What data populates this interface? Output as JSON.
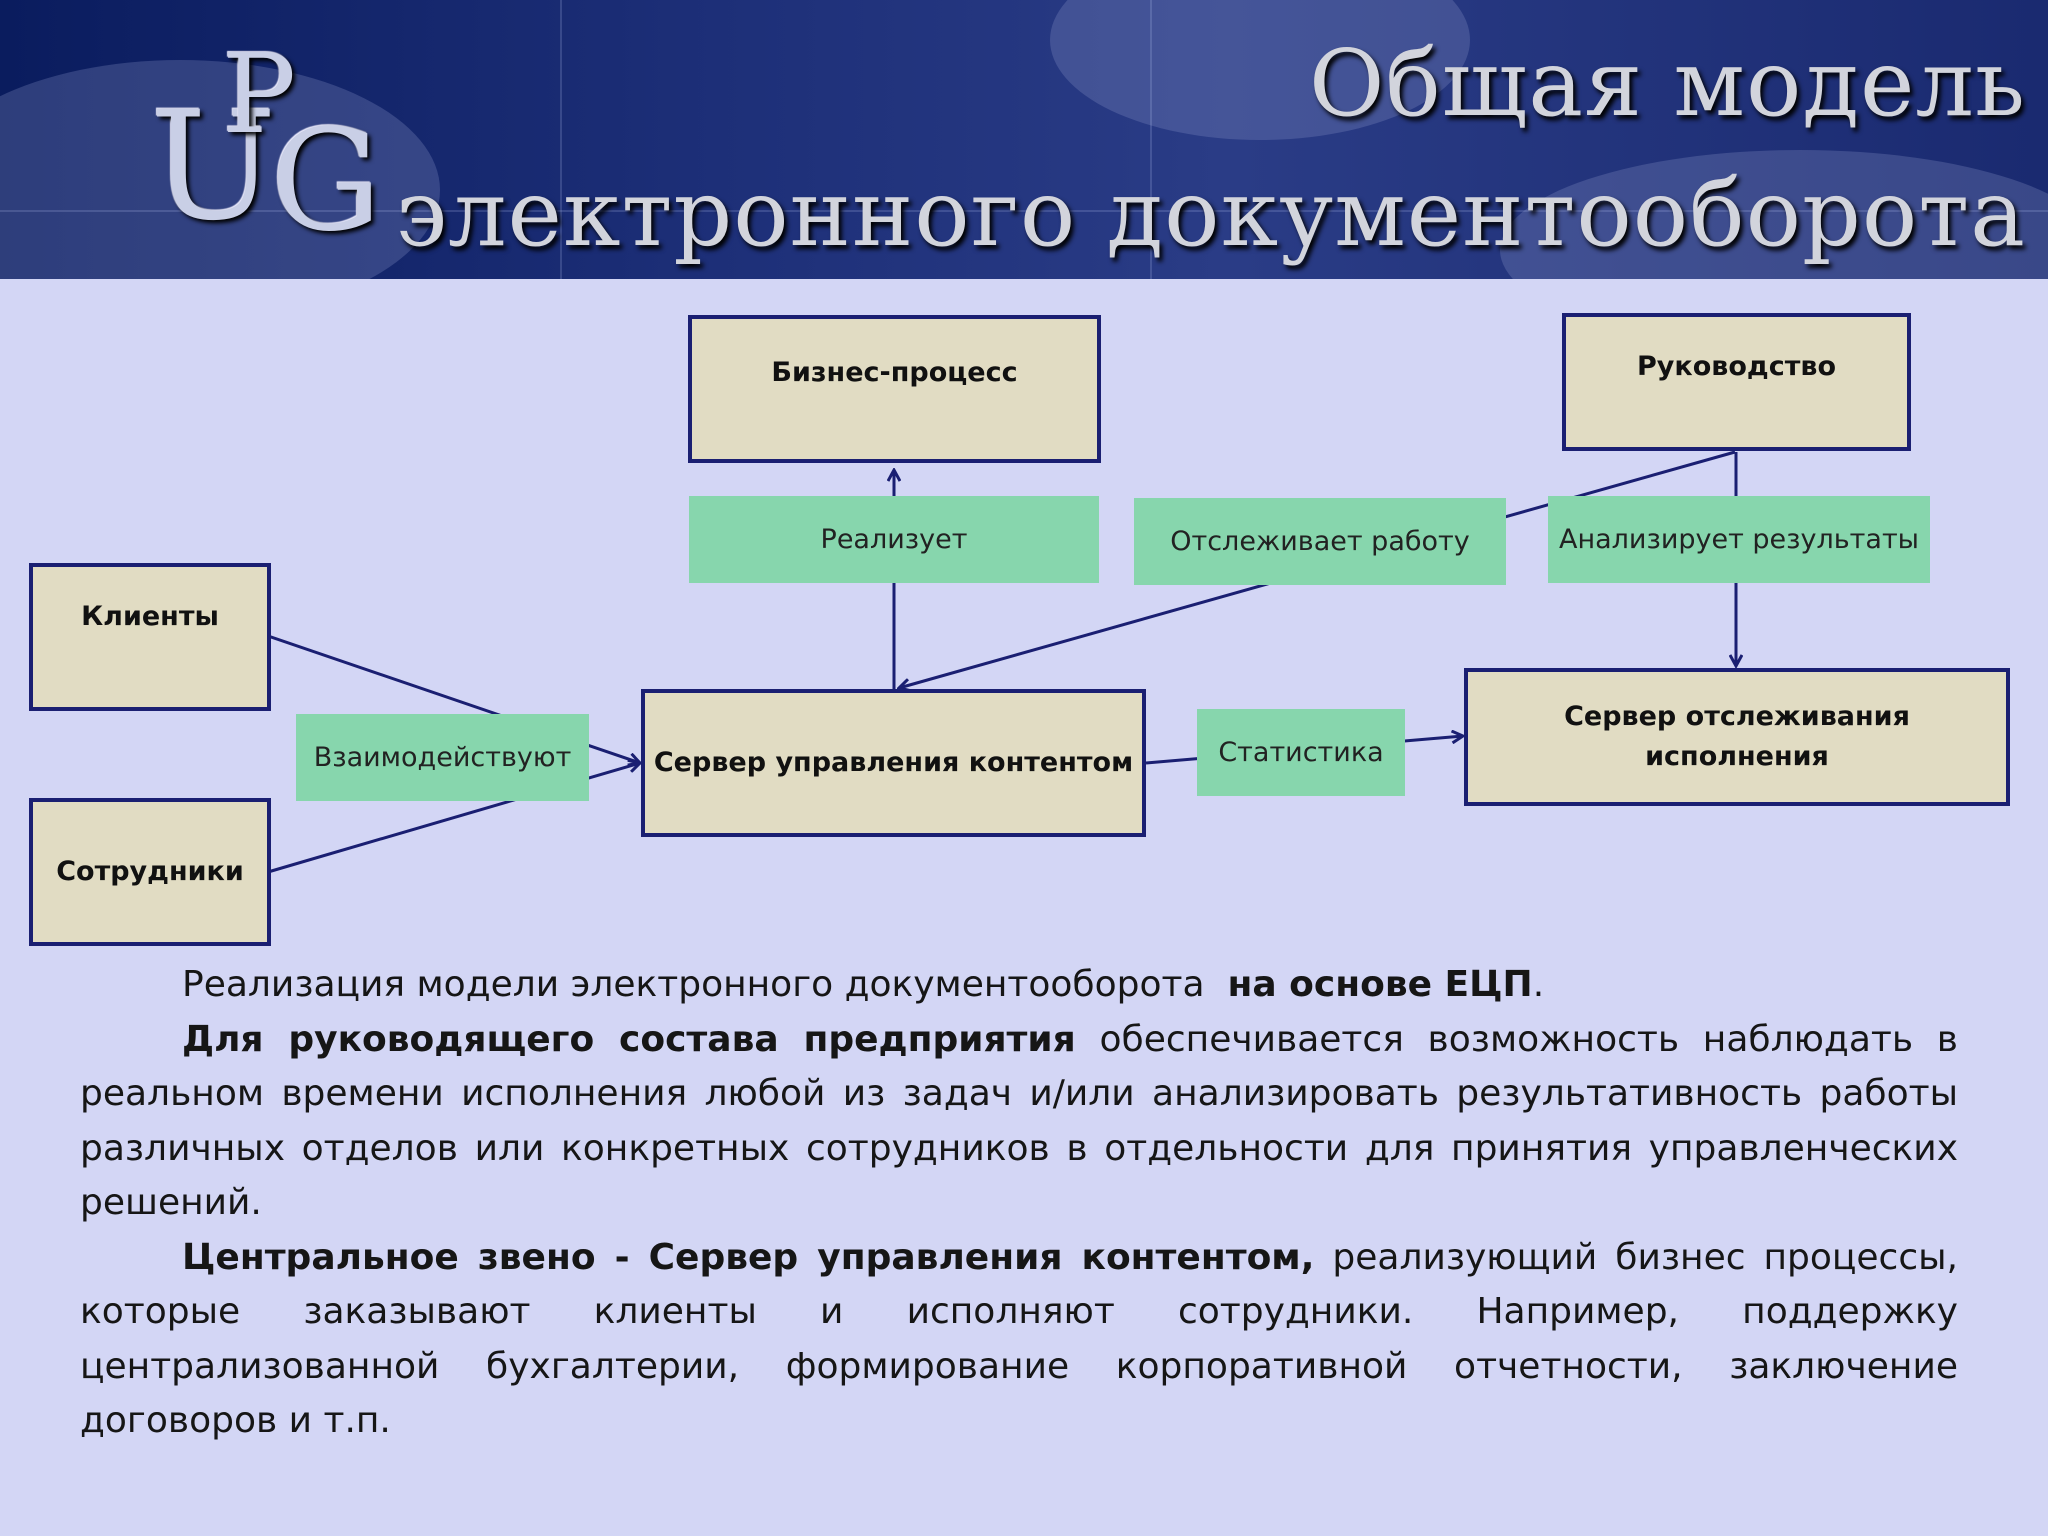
{
  "header": {
    "logo_text": "UPG",
    "title_line1": "Общая модель",
    "title_line2": "электронного документооборота"
  },
  "diagram": {
    "nodes": {
      "business_process": "Бизнес-процесс",
      "management": "Руководство",
      "clients": "Клиенты",
      "employees": "Сотрудники",
      "cms_server": "Сервер управления контентом",
      "tracking_server": "Сервер отслеживания исполнения"
    },
    "edge_labels": {
      "implements": "Реализует",
      "tracks_work": "Отслеживает работу",
      "analyzes_results": "Анализирует результаты",
      "interact": "Взаимодействуют",
      "statistics": "Статистика"
    }
  },
  "body_text": {
    "p1_normal": "Реализация модели электронного документооборота",
    "p1_bold": "на основе ЕЦП",
    "p1_end": ".",
    "p2_bold": "Для руководящего состава предприятия",
    "p2_normal": "обеспечивается возможность наблюдать в реальном времени исполнения любой из задач и/или анализировать результативность работы различных отделов или конкретных сотрудников в отдельности для принятия управленческих решений.",
    "p3_bold": "Центральное звено - Сервер управления контентом,",
    "p3_normal": "реализующий бизнес процессы, которые заказывают клиенты и исполняют сотрудники. Например, поддержку централизованной бухгалтерии, формирование корпоративной отчетности, заключение договоров и т.п."
  },
  "colors": {
    "background": "#d3d6f5",
    "node_fill": "#e1dcc3",
    "node_border": "#1a1f72",
    "label_fill": "#87d6ad",
    "line": "#1a1f72"
  }
}
